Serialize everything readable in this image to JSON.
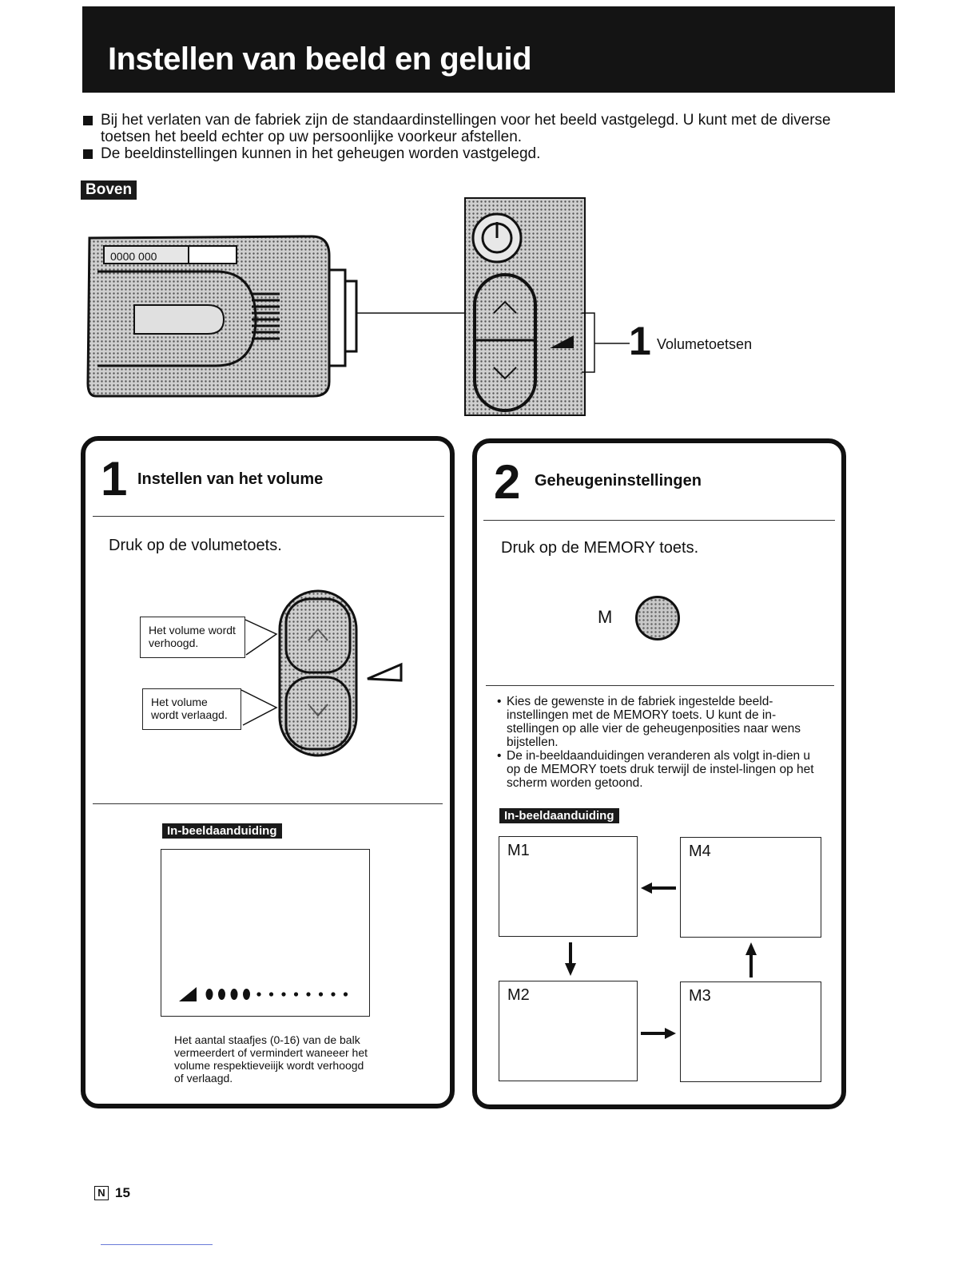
{
  "header": {
    "title": "Instellen van beeld en geluid"
  },
  "intro": [
    "Bij het verlaten van de fabriek zijn de standaardinstellingen voor het beeld vastgelegd. U kunt met de diverse toetsen het beeld echter op uw persoonlijke voorkeur afstellen.",
    "De beeldinstellingen kunnen in het geheugen worden vastgelegd."
  ],
  "top_view": {
    "label": "Boven",
    "callout_number": "1",
    "callout_text": "Volumetoetsen"
  },
  "step1": {
    "number": "1",
    "title": "Instellen van het volume",
    "instruction": "Druk op de volumetoets.",
    "label_up": "Het volume wordt verhoogd.",
    "label_down": "Het volume wordt verlaagd.",
    "display_tag": "In-beeldaanduiding",
    "volume_filled": 4,
    "volume_total": 12,
    "footnote": "Het aantal staafjes (0-16) van de balk vermeerdert of vermindert waneeer het volume respektieveiijk wordt verhoogd of verlaagd."
  },
  "step2": {
    "number": "2",
    "title": "Geheugeninstellingen",
    "instruction": "Druk op de MEMORY toets.",
    "button_label": "M",
    "bullets": [
      "Kies de gewenste in de fabriek ingestelde beeld-instellingen met de MEMORY toets. U kunt de in-stellingen op alle vier de geheugenposities naar wens bijstellen.",
      "De in-beeldaanduidingen veranderen als volgt in-dien u op de MEMORY toets druk terwijl de instel-lingen op het scherm worden getoond."
    ],
    "display_tag": "In-beeldaanduiding",
    "memories": [
      "M1",
      "M2",
      "M3",
      "M4"
    ]
  },
  "footer": {
    "lang_badge": "N",
    "page": "15"
  }
}
